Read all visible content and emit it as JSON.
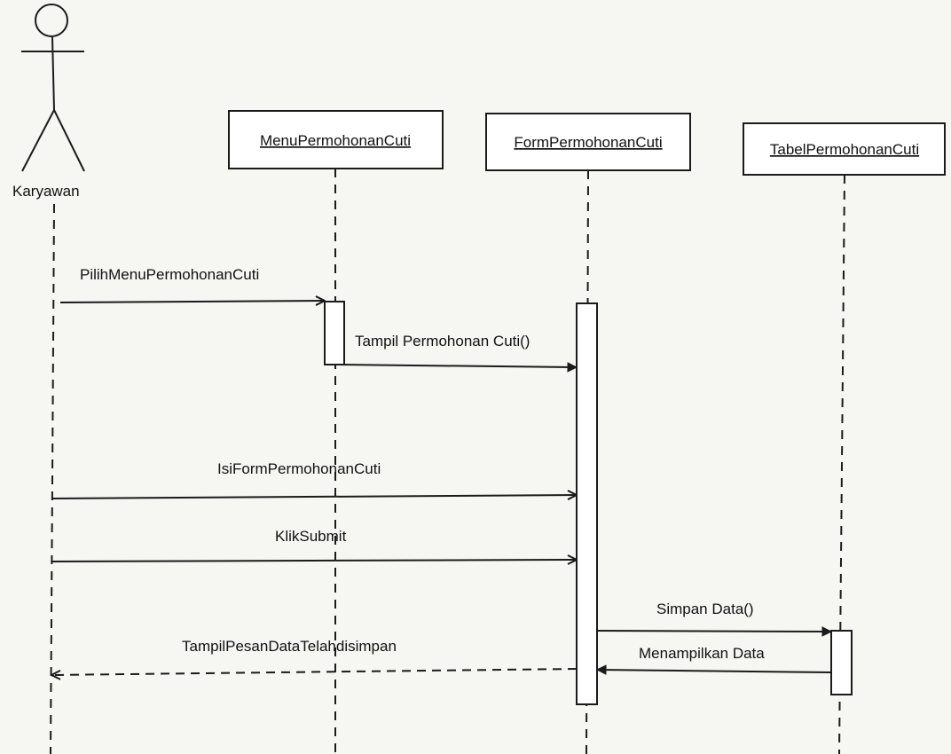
{
  "actor": {
    "label": "Karyawan"
  },
  "objects": [
    {
      "id": "menu",
      "label": "MenuPermohonanCuti"
    },
    {
      "id": "form",
      "label": "FormPermohonanCuti"
    },
    {
      "id": "tabel",
      "label": "TabelPermohonanCuti"
    }
  ],
  "messages": [
    {
      "id": "msg1",
      "label": "PilihMenuPermohonanCuti",
      "style": "solid-open"
    },
    {
      "id": "msg2",
      "label": "Tampil Permohonan Cuti()",
      "style": "solid-filled"
    },
    {
      "id": "msg3",
      "label": "IsiFormPermohonanCuti",
      "style": "solid-open"
    },
    {
      "id": "msg4",
      "label": "KlikSubmit",
      "style": "solid-open"
    },
    {
      "id": "msg5",
      "label": "Simpan Data()",
      "style": "solid-filled"
    },
    {
      "id": "msg6",
      "label": "Menampilkan Data",
      "style": "solid-filled"
    },
    {
      "id": "msg7",
      "label": "TampilPesanDataTelahdisimpan",
      "style": "dashed-open"
    }
  ]
}
